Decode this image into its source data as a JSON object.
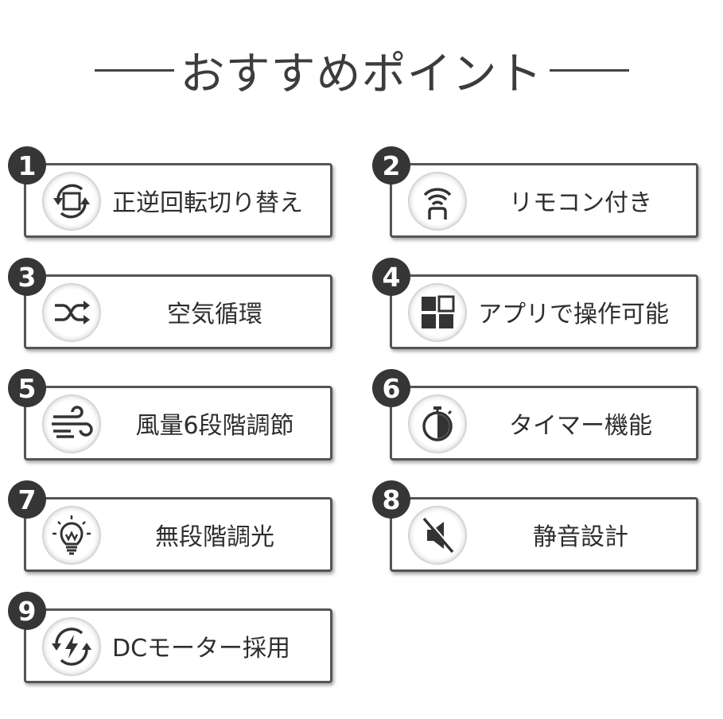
{
  "title": "おすすめポイント",
  "points": [
    {
      "number": "1",
      "label": "正逆回転切り替え",
      "icon": "rotate-switch-icon"
    },
    {
      "number": "2",
      "label": "リモコン付き",
      "icon": "remote-control-icon"
    },
    {
      "number": "3",
      "label": "空気循環",
      "icon": "shuffle-icon"
    },
    {
      "number": "4",
      "label": "アプリで操作可能",
      "icon": "app-grid-icon"
    },
    {
      "number": "5",
      "label": "風量6段階調節",
      "icon": "wind-icon"
    },
    {
      "number": "6",
      "label": "タイマー機能",
      "icon": "stopwatch-icon"
    },
    {
      "number": "7",
      "label": "無段階調光",
      "icon": "light-bulb-icon"
    },
    {
      "number": "8",
      "label": "静音設計",
      "icon": "mute-speaker-icon"
    },
    {
      "number": "9",
      "label": "DCモーター採用",
      "icon": "dc-motor-icon"
    }
  ]
}
